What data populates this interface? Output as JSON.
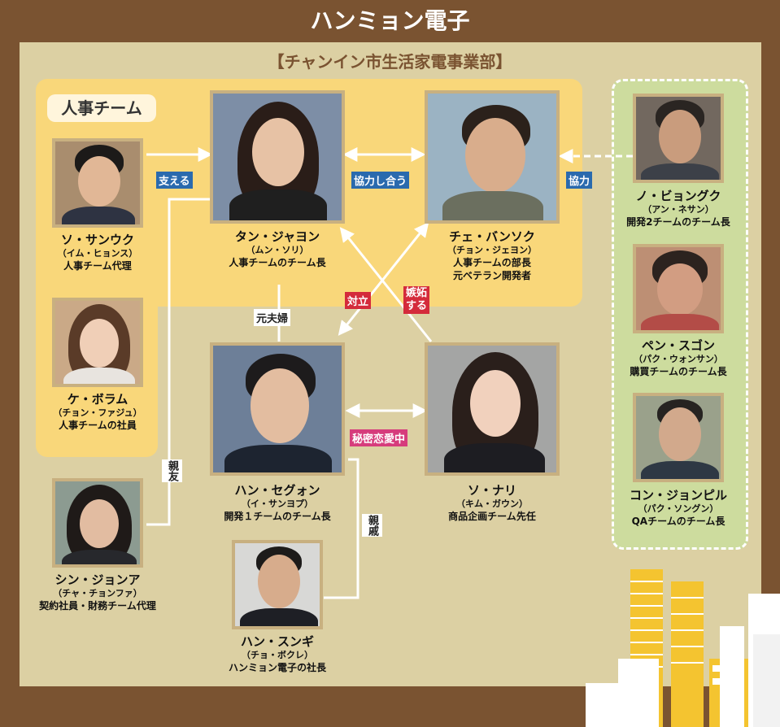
{
  "title": "ハンミョン電子",
  "subtitle": "【チャンイン市生活家電事業部】",
  "team_label": "人事チーム",
  "relations": {
    "support": "支える",
    "cooperate_mutual": "協力し合う",
    "cooperate": "協力",
    "spouse": "元夫婦",
    "oppose": "対立",
    "jealous_1": "嫉妬",
    "jealous_2": "する",
    "secret_love": "秘密恋愛中",
    "best_friend": "親友",
    "relative": "親戚"
  },
  "people": {
    "tan": {
      "name": "タン・ジャヨン",
      "actor": "（ムン・ソリ）",
      "role": "人事チームのチーム長",
      "role2": ""
    },
    "choi": {
      "name": "チェ・バンソク",
      "actor": "（チョン・ジェヨン）",
      "role": "人事チームの部長",
      "role2": "元ベテラン開発者"
    },
    "so_sanuk": {
      "name": "ソ・サンウク",
      "actor": "（イム・ヒョンス）",
      "role": "人事チーム代理",
      "role2": ""
    },
    "ke": {
      "name": "ケ・ボラム",
      "actor": "（チョン・ファジュ）",
      "role": "人事チームの社員",
      "role2": ""
    },
    "han_segwon": {
      "name": "ハン・セグォン",
      "actor": "（イ・サンヨプ）",
      "role": "開発１チームのチーム長",
      "role2": ""
    },
    "so_nari": {
      "name": "ソ・ナリ",
      "actor": "（キム・ガウン）",
      "role": "商品企画チーム先任",
      "role2": ""
    },
    "shin": {
      "name": "シン・ジョンア",
      "actor": "（チャ・チョンファ）",
      "role": "契約社員・財務チーム代理",
      "role2": ""
    },
    "han_sungi": {
      "name": "ハン・スンギ",
      "actor": "（チョ・ボクレ）",
      "role": "ハンミョン電子の社長",
      "role2": ""
    },
    "no": {
      "name": "ノ・ビョングク",
      "actor": "（アン・ネサン）",
      "role": "開発2チームのチーム長",
      "role2": ""
    },
    "pen": {
      "name": "ペン・スゴン",
      "actor": "（パク・ウォンサン）",
      "role": "購買チームのチーム長",
      "role2": ""
    },
    "kon": {
      "name": "コン・ジョンピル",
      "actor": "（パク・ソングン）",
      "role": "QAチームのチーム長",
      "role2": ""
    }
  },
  "colors": {
    "frame": "#7a5331",
    "board": "#dcd0a3",
    "team_area": "#f9d77a",
    "green_box": "#cddc9e",
    "relation_blue": "#2a6aae",
    "relation_red": "#d42b3b",
    "relation_pink": "#d63c7c"
  }
}
